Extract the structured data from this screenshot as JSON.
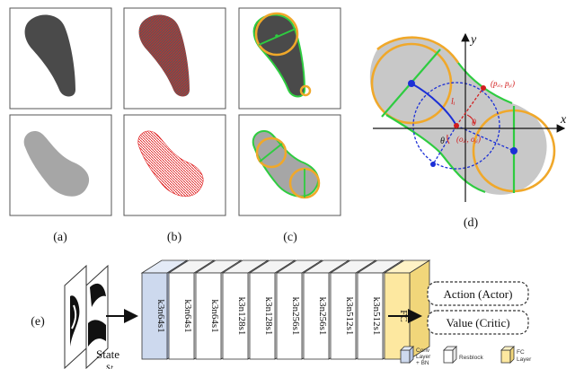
{
  "panels": {
    "a": "(a)",
    "b": "(b)",
    "c": "(c)",
    "d": "(d)",
    "e": "(e)"
  },
  "axes": {
    "x": "x",
    "y": "y"
  },
  "annotations": {
    "p_red": "(pₓᵢ, pᵧᵢ)",
    "l": "lᵢ",
    "theta1": "θ",
    "theta2": "θ",
    "origin": "(oₓᵢ, oᵧᵢ)"
  },
  "network": {
    "state_label": "State",
    "state_symbol": "sₜ",
    "blocks": [
      "k3n64s1",
      "k3n64s1",
      "k3n64s1",
      "k3n128s1",
      "k3n128s1",
      "k3n256s1",
      "k3n256s1",
      "k3n512s1",
      "k3n512s1"
    ],
    "fc_label": "FC",
    "outputs": [
      "Action (Actor)",
      "Value (Critic)"
    ]
  },
  "legend": {
    "conv": [
      "Conv",
      "Layer",
      "+ BN"
    ],
    "res": "Resblock",
    "fc": [
      "FC",
      "Layer"
    ]
  },
  "colors": {
    "conv": "#cdd9ee",
    "res": "#ffffff",
    "fc": "#fde8a0",
    "shape_dark": "#4a4a4a",
    "shape_light": "#a6a6a6",
    "orange": "#f0a82a",
    "green": "#2ecc40",
    "blue": "#1b2fd6",
    "red": "#d21e1e"
  }
}
